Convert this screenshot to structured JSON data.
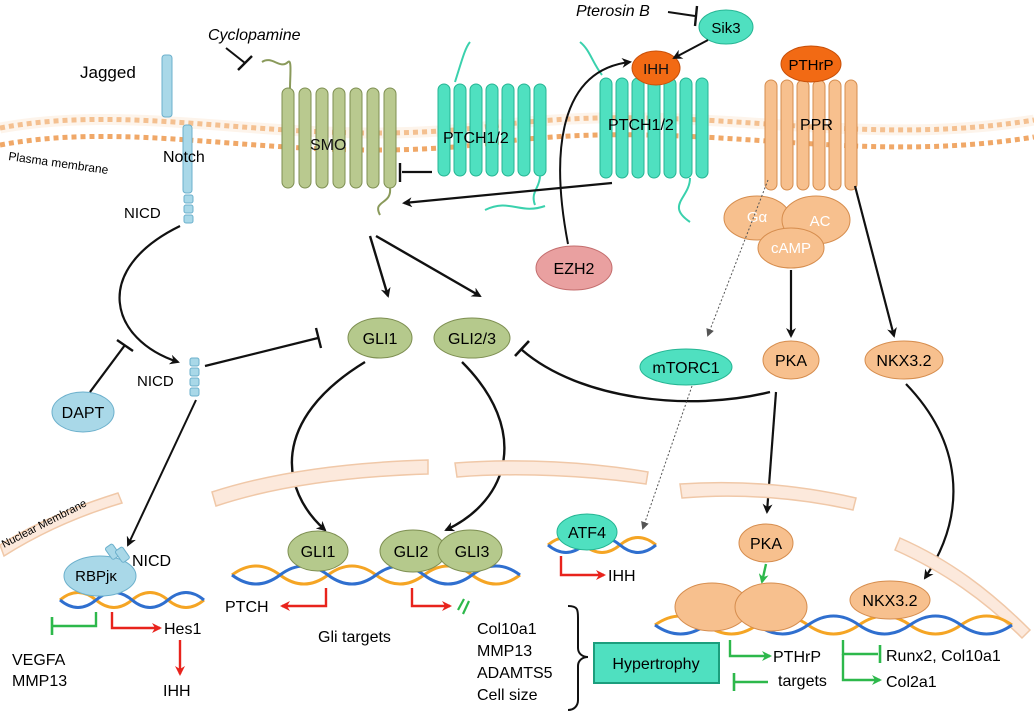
{
  "labels": {
    "jagged": "Jagged",
    "notch": "Notch",
    "plasma_membrane": "Plasma membrane",
    "nicd_top": "NICD",
    "nicd_mid": "NICD",
    "nicd_nuc": "NICD",
    "dapt": "DAPT",
    "cyclopamine": "Cyclopamine",
    "smo": "SMO",
    "ptch_left": "PTCH1/2",
    "ptch_right": "PTCH1/2",
    "pterosin": "Pterosin B",
    "sik3": "Sik3",
    "ihh_ligand": "IHH",
    "ezh2": "EZH2",
    "pthrp_ligand": "PTHrP",
    "ppr": "PPR",
    "galpha": "Gα",
    "ac": "AC",
    "camp": "cAMP",
    "gli1": "GLI1",
    "gli23": "GLI2/3",
    "mtorc1": "mTORC1",
    "pka": "PKA",
    "nkx32": "NKX3.2",
    "nuclear_membrane": "Nuclear Membrane",
    "rbpjk": "RBPjκ",
    "hes1": "Hes1",
    "ihh_from_hes1": "IHH",
    "vegfa": "VEGFA",
    "mmp13_left": "MMP13",
    "gli1_nuc": "GLI1",
    "gli2_nuc": "GLI2",
    "gli3_nuc": "GLI3",
    "ptch_target": "PTCH",
    "gli_targets": "Gli targets",
    "atf4": "ATF4",
    "ihh_atf4": "IHH",
    "pka_nuc": "PKA",
    "nkx32_nuc": "NKX3.2",
    "col10a1": "Col10a1",
    "mmp13_right": "MMP13",
    "adamts5": "ADAMTS5",
    "cell_size": "Cell size",
    "hypertrophy": "Hypertrophy",
    "pthrp_targets_1": "PTHrP",
    "pthrp_targets_2": "targets",
    "runx2": "Runx2, Col10a1",
    "col2a1": "Col2a1"
  },
  "colors": {
    "membrane": "#f0a868",
    "olive": "#a5b77a",
    "teal": "#4fe0c0",
    "orange_red": "#f26a14",
    "peach": "#f7c08e",
    "blue": "#a9d8e8",
    "gli_green": "#b5c98c",
    "pink": "#e9a0a0",
    "arrow_red": "#e8231c",
    "arrow_green": "#2db84b"
  }
}
